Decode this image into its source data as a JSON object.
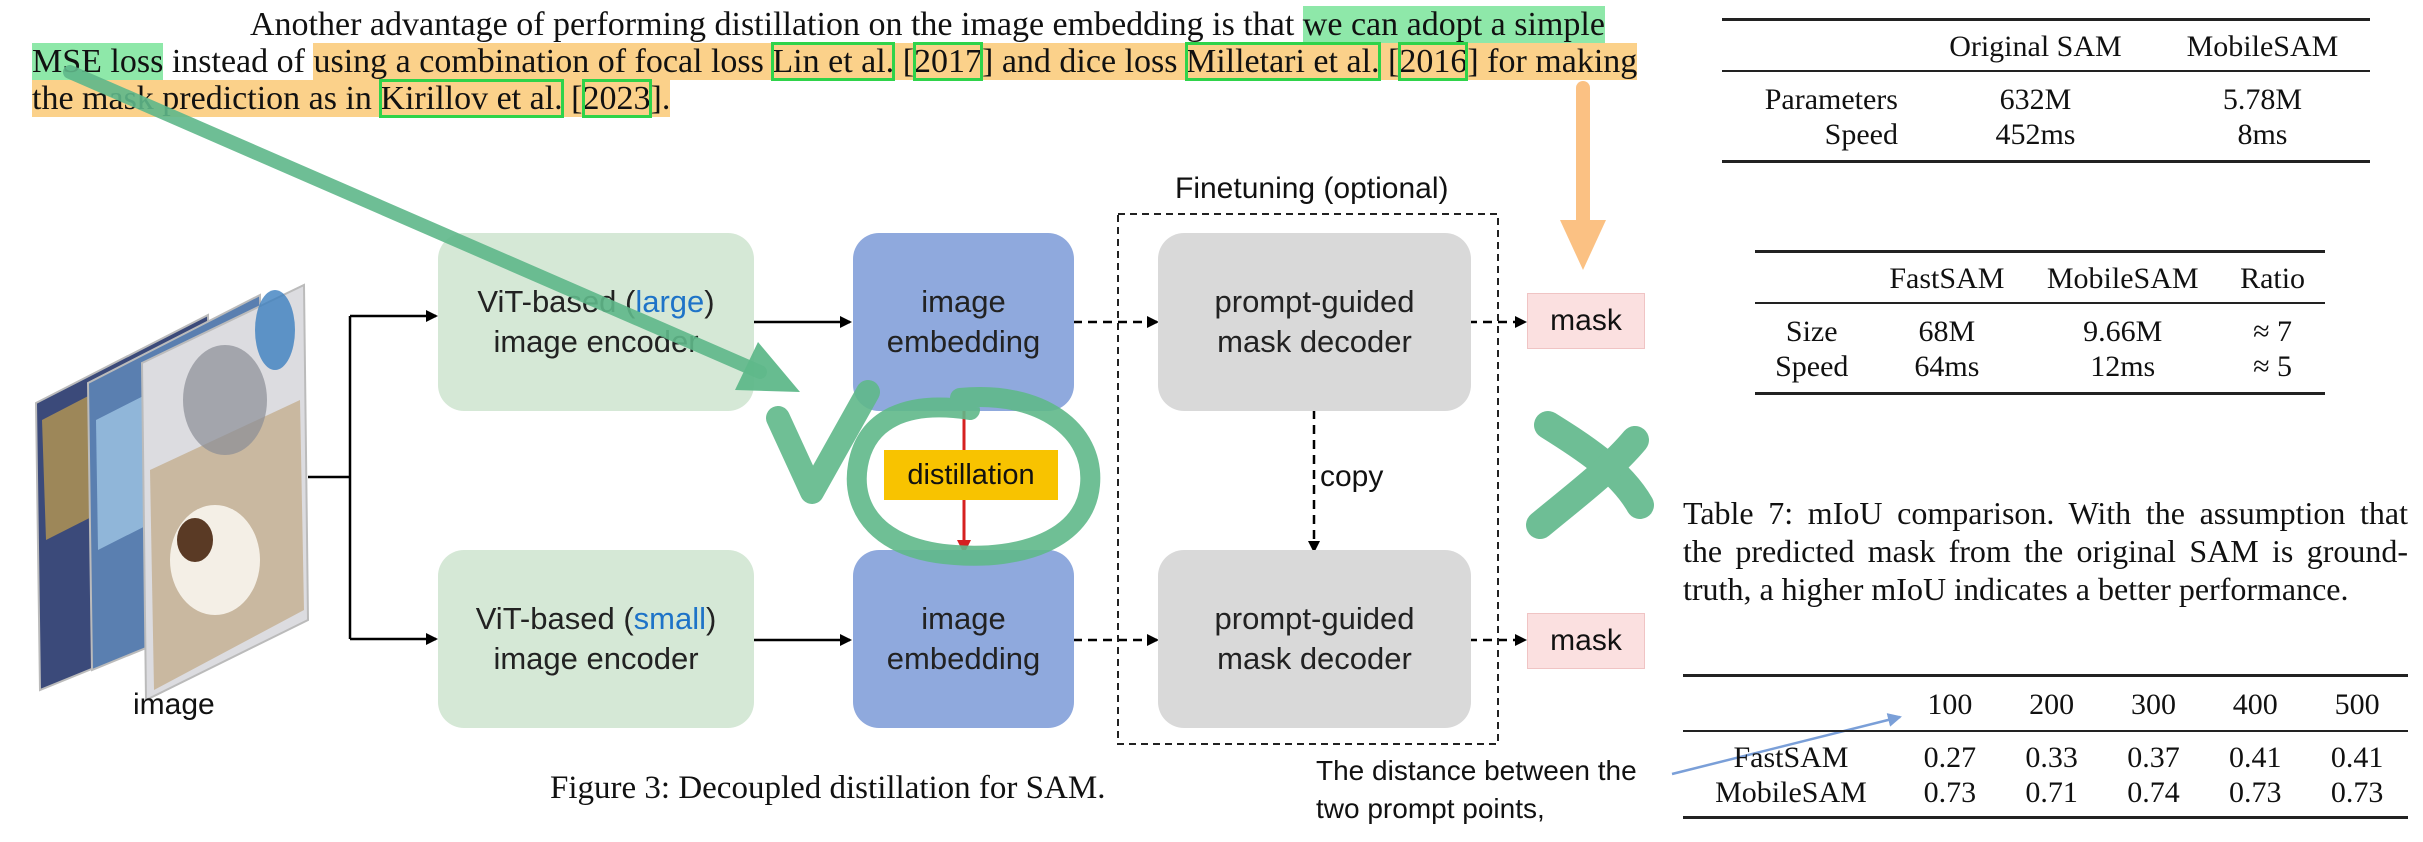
{
  "paragraph": {
    "line1": {
      "t1": "Another advantage of performing distillation on the image embedding is that ",
      "hl_green": "we can adopt a simple"
    },
    "line2": {
      "hl_green": "MSE loss",
      "t1": " instead of ",
      "o1": "using a combination of focal loss ",
      "c1": "Lin et al.",
      "o2": " [",
      "c2": "2017",
      "o3": "] and dice loss ",
      "c3": "Milletari et al.",
      "o4": " [",
      "c4": "2016",
      "o5": "] for making"
    },
    "line3": {
      "o1": "the mask prediction as in ",
      "c1": "Kirillov et al.",
      "o2": " [",
      "c2": "2023",
      "o3": "]."
    }
  },
  "figure": {
    "finetuning_label": "Finetuning (optional)",
    "encoder_large": {
      "prefix": "ViT-based (",
      "size": "large",
      "suffix": ")",
      "line2": "image encoder"
    },
    "encoder_small": {
      "prefix": "ViT-based (",
      "size": "small",
      "suffix": ")",
      "line2": "image encoder"
    },
    "embedding": {
      "line1": "image",
      "line2": "embedding"
    },
    "decoder": {
      "line1": "prompt-guided",
      "line2": "mask decoder"
    },
    "mask_label": "mask",
    "distillation_label": "distillation",
    "copy_label": "copy",
    "image_label": "image",
    "caption": "Figure 3: Decoupled distillation for SAM."
  },
  "annotation_note": {
    "line1": "The distance between the",
    "line2": "two prompt points,"
  },
  "table_sam": {
    "headers": [
      "",
      "Original SAM",
      "MobileSAM"
    ],
    "rows": [
      [
        "Parameters",
        "632M",
        "5.78M"
      ],
      [
        "Speed",
        "452ms",
        "8ms"
      ]
    ]
  },
  "table_fastsam": {
    "headers": [
      "",
      "FastSAM",
      "MobileSAM",
      "Ratio"
    ],
    "rows": [
      [
        "Size",
        "68M",
        "9.66M",
        "≈ 7"
      ],
      [
        "Speed",
        "64ms",
        "12ms",
        "≈ 5"
      ]
    ]
  },
  "table7_caption": "Table 7: mIoU comparison. With the assumption that the predicted mask from the original SAM is ground-truth, a higher mIoU indicates a better performance.",
  "table_miou": {
    "headers": [
      "",
      "100",
      "200",
      "300",
      "400",
      "500"
    ],
    "rows": [
      [
        "FastSAM",
        "0.27",
        "0.33",
        "0.37",
        "0.41",
        "0.41"
      ],
      [
        "MobileSAM",
        "0.73",
        "0.71",
        "0.74",
        "0.73",
        "0.73"
      ]
    ]
  },
  "colors": {
    "highlight_green": "#8ee8a9",
    "highlight_orange": "#fbd18a",
    "citation_box": "#2fd34a",
    "encoder_fill": "#d5e8d6",
    "embedding_fill": "#8fa9dd",
    "decoder_fill": "#d9d9d9",
    "mask_fill": "#fbe0e0",
    "distillation_fill": "#f8c300",
    "annotation_green": "#5fb88a",
    "annotation_orange": "#fbc183",
    "distill_arrow": "#d62020"
  }
}
